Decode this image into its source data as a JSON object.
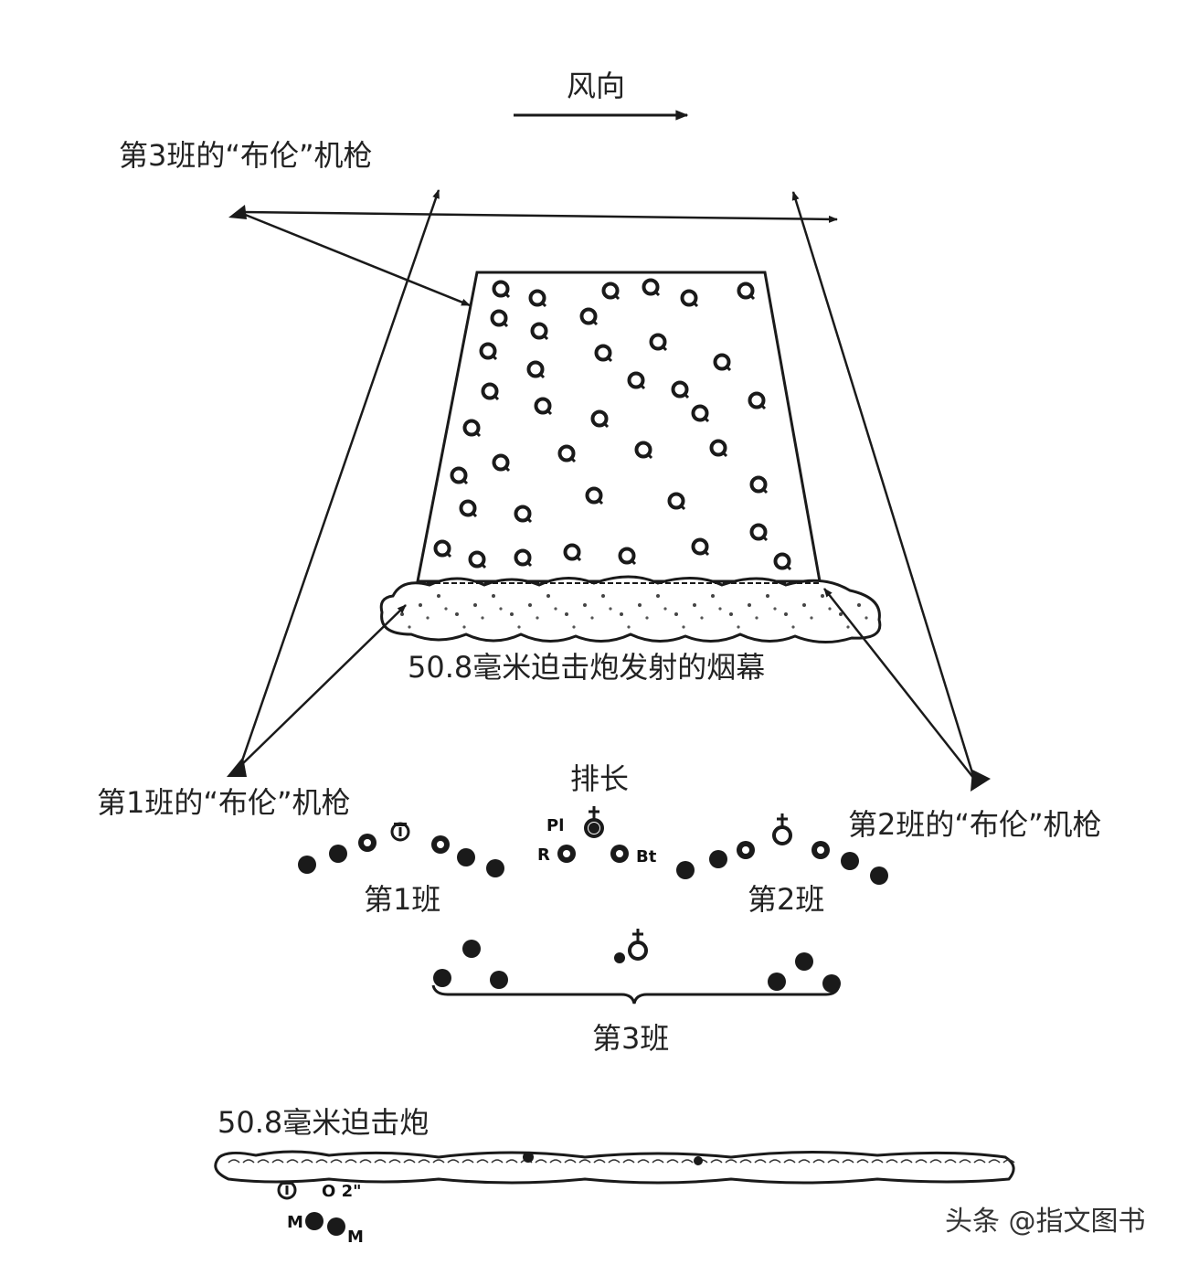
{
  "labels": {
    "wind_direction": "风向",
    "squad3_mg": "第3班的“布伦”机枪",
    "squad1_mg": "第1班的“布伦”机枪",
    "squad2_mg": "第2班的“布伦”机枪",
    "smoke": "50.8毫米迫击炮发射的烟幕",
    "platoon_leader": "排长",
    "squad1": "第1班",
    "squad2": "第2班",
    "squad3": "第3班",
    "mortar": "50.8毫米迫击炮"
  },
  "markers": {
    "pl": "Pl",
    "r": "R",
    "bt": "Bt",
    "two_inch": "O 2\"",
    "m_left": "M",
    "m_right": "M"
  },
  "watermark": "头条 @指文图书"
}
